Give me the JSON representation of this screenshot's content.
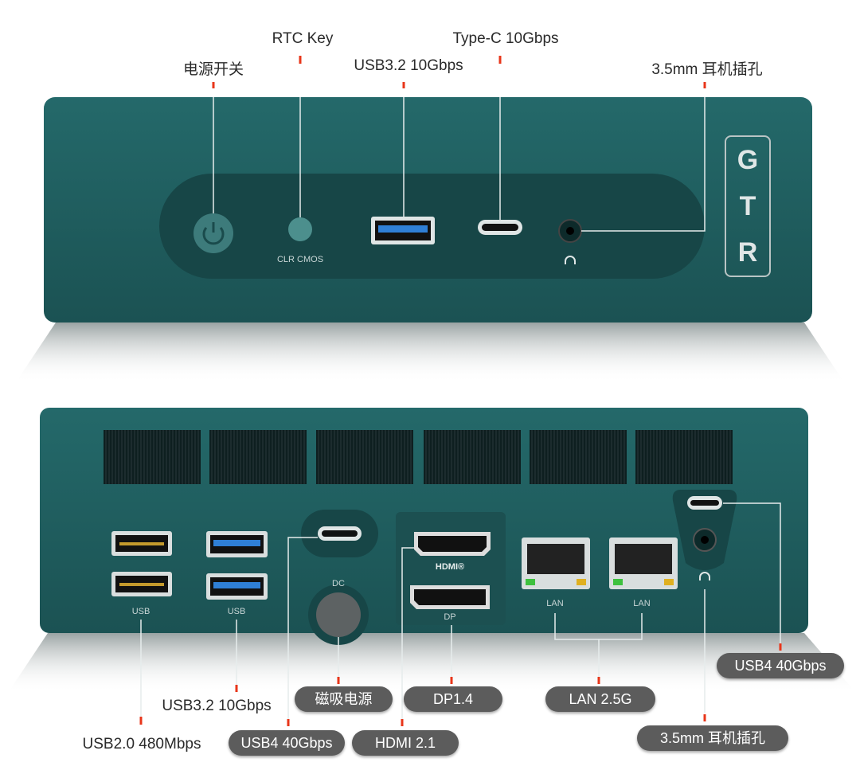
{
  "colors": {
    "body": "#1f5b5c",
    "panel": "#174647",
    "marker": "#e8361a",
    "pill": "#5c5c5c",
    "usb3_blue": "#2f7fd6"
  },
  "top": {
    "labels": {
      "power": "电源开关",
      "rtc": "RTC Key",
      "usb32": "USB3.2 10Gbps",
      "typec": "Type-C 10Gbps",
      "audio": "3.5mm 耳机插孔"
    },
    "clr_cmos": "CLR CMOS",
    "logo": [
      "G",
      "T",
      "R"
    ]
  },
  "bottom": {
    "port_labels": {
      "usb_left": "USB",
      "usb_right": "USB",
      "dc": "DC",
      "hdmi": "HDMI®",
      "dp": "DP",
      "lan1": "LAN",
      "lan2": "LAN"
    },
    "callouts": {
      "usb2": "USB2.0 480Mbps",
      "usb32": "USB3.2 10Gbps",
      "usb4_left": "USB4 40Gbps",
      "magnetic_power": "磁吸电源",
      "hdmi": "HDMI 2.1",
      "dp": "DP1.4",
      "lan": "LAN 2.5G",
      "usb4_right": "USB4 40Gbps",
      "audio": "3.5mm 耳机插孔"
    }
  }
}
